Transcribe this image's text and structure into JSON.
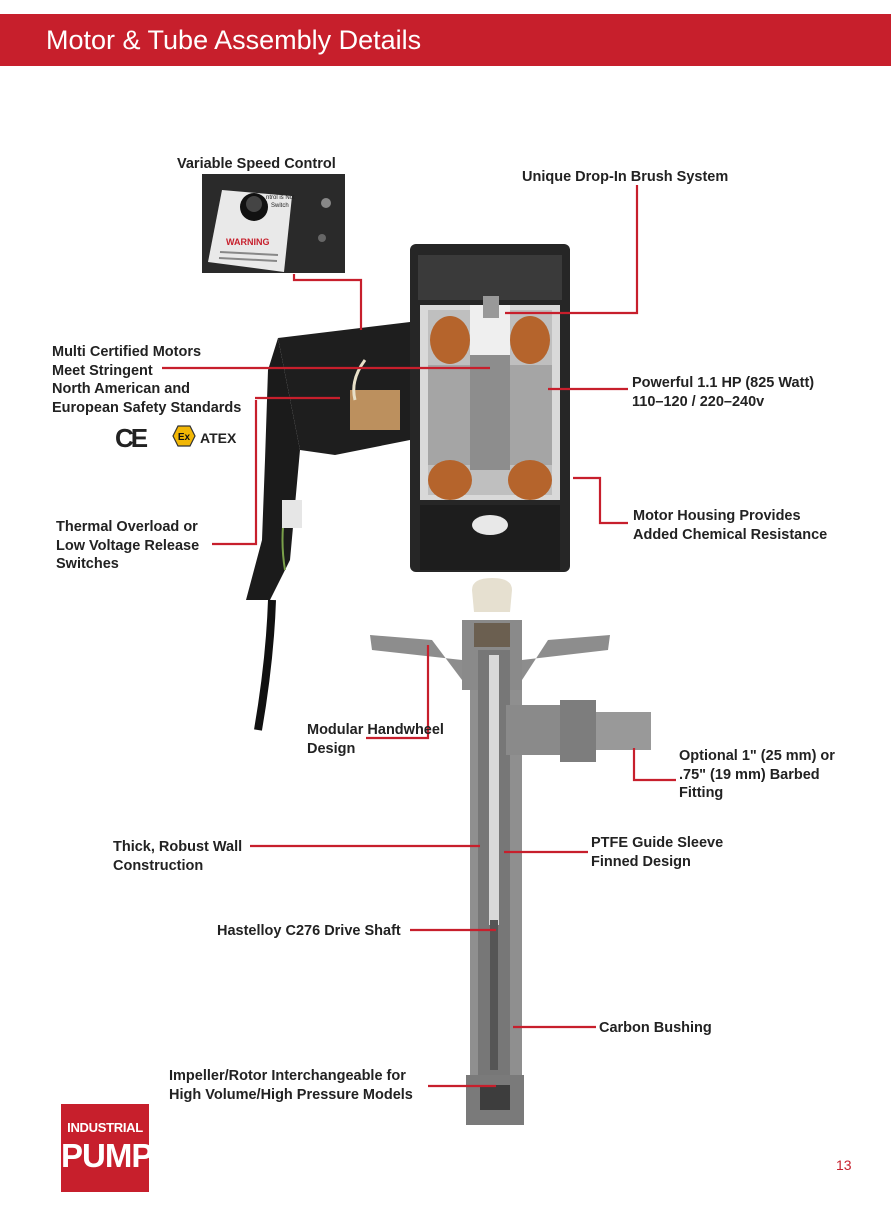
{
  "header": {
    "title": "Motor & Tube Assembly Details"
  },
  "panel": {
    "line1": "ntrol is Not",
    "line2": "Switch",
    "warning": "WARNING"
  },
  "labels": {
    "variable_speed": "Variable Speed Control",
    "brush_system": "Unique Drop-In Brush System",
    "certified_motors": [
      "Multi Certified Motors",
      "Meet Stringent",
      "North American and",
      "European Safety Standards"
    ],
    "power": [
      "Powerful 1.1 HP (825 Watt)",
      "110–120 / 220–240v"
    ],
    "thermal": [
      "Thermal Overload or",
      "Low Voltage Release",
      "Switches"
    ],
    "housing": [
      "Motor Housing Provides",
      "Added Chemical Resistance"
    ],
    "handwheel": [
      "Modular Handwheel",
      "Design"
    ],
    "barbed": [
      "Optional 1\" (25 mm) or",
      ".75\" (19 mm) Barbed",
      "Fitting"
    ],
    "wall": [
      "Thick, Robust Wall",
      "Construction"
    ],
    "ptfe": [
      "PTFE Guide Sleeve",
      "Finned Design"
    ],
    "drive_shaft": "Hastelloy C276 Drive Shaft",
    "carbon": "Carbon Bushing",
    "impeller": [
      "Impeller/Rotor Interchangeable for",
      "High Volume/High Pressure Models"
    ]
  },
  "certifications": {
    "ce": "CE",
    "ex": "Ex",
    "atex": "ATEX"
  },
  "logo": {
    "line1": "INDUSTRIAL",
    "line2": "PUMP"
  },
  "page_number": "13",
  "colors": {
    "accent": "#c71f2c",
    "housing": "#2b2b2b",
    "tube": "#8a8a8a",
    "copper": "#b5642c",
    "atex_yellow": "#f2b705"
  }
}
